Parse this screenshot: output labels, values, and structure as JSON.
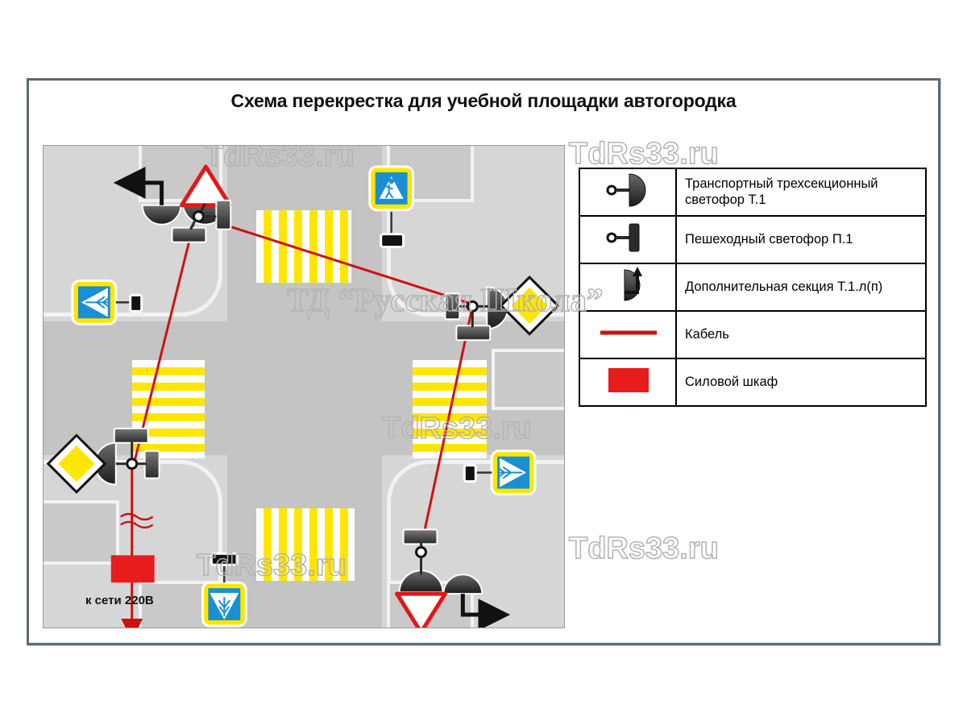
{
  "document": {
    "title": "Схема перекрестка для учебной площадки автогородка"
  },
  "legend": {
    "rows": [
      {
        "symbol": "traffic-light-3section-icon",
        "label": "Транспортный  трехсекционный светофор Т.1"
      },
      {
        "symbol": "pedestrian-light-icon",
        "label": "Пешеходный светофор П.1"
      },
      {
        "symbol": "additional-section-icon",
        "label": "Дополнительная секция Т.1.л(п)"
      },
      {
        "symbol": "cable-line-icon",
        "label": "Кабель"
      },
      {
        "symbol": "power-cabinet-icon",
        "label": "Силовой шкаф"
      }
    ]
  },
  "map": {
    "power_label": "к сети 220В",
    "signs": [
      {
        "name": "pedestrian-crossing-sign-top",
        "type": "pedestrian-crossing"
      },
      {
        "name": "direction-sign-left",
        "type": "direction-left"
      },
      {
        "name": "direction-sign-right",
        "type": "direction-right"
      },
      {
        "name": "priority-road-sign-center-right",
        "type": "priority-road"
      },
      {
        "name": "priority-road-sign-bottom-left",
        "type": "priority-road"
      },
      {
        "name": "give-way-sign-top-left",
        "type": "give-way-up"
      },
      {
        "name": "give-way-sign-bottom-right",
        "type": "give-way-down"
      },
      {
        "name": "direction-sign-bottom",
        "type": "direction-down"
      }
    ]
  },
  "colors": {
    "cable": "#cc1111",
    "cabinet": "#e81c1c",
    "zebra_yellow": "#ffe600",
    "sign_blue": "#1a8fd6",
    "sign_yellow": "#ffe600",
    "frame": "#5d6b75",
    "road": "#c4c4c4",
    "sidewalk": "#d6d6d6"
  },
  "watermarks": {
    "site": "TdRs33.ru",
    "brand": "ТД “Русская Школа”"
  }
}
